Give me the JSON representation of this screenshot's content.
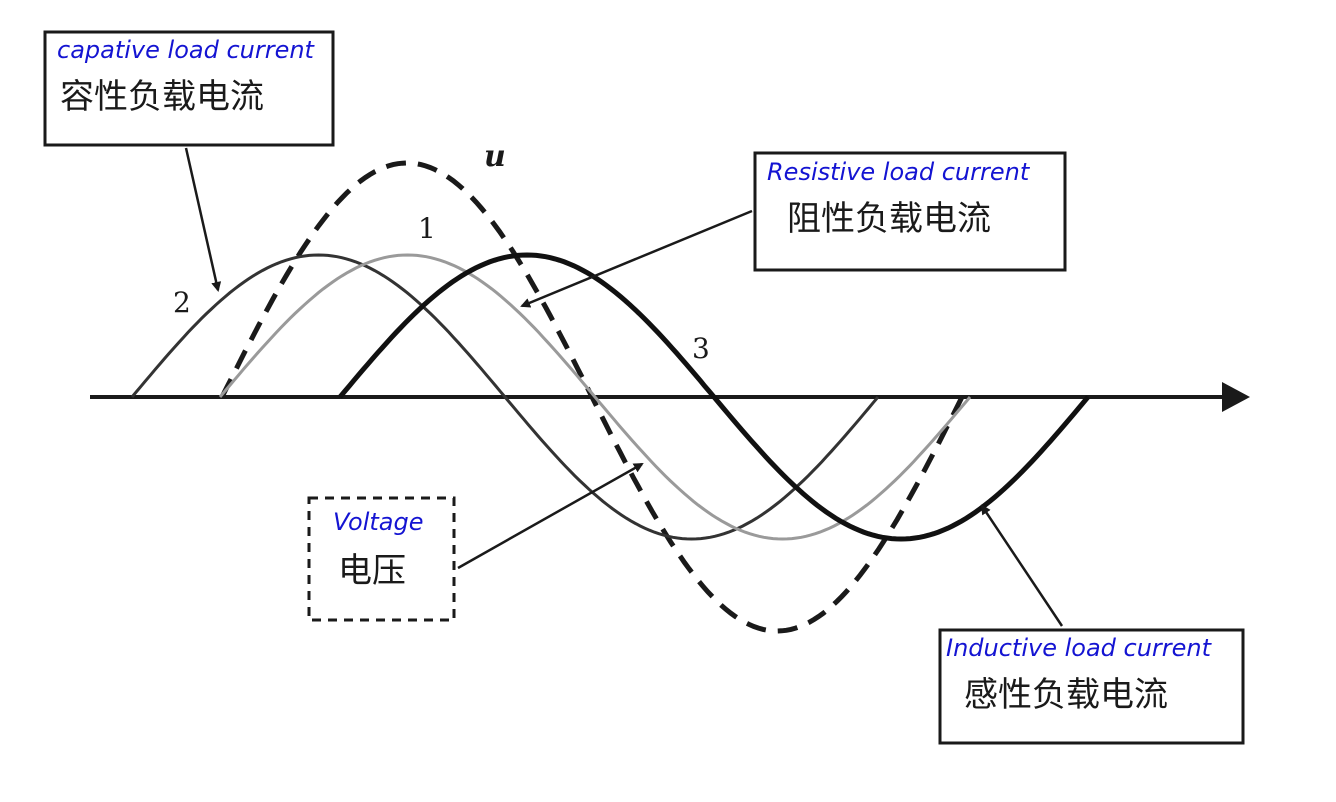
{
  "labels": {
    "capacitive": {
      "en": "capative load current",
      "cn": "容性负载电流",
      "number": "2"
    },
    "resistive": {
      "en": "Resistive load current",
      "cn": "阻性负载电流",
      "number": "1"
    },
    "inductive": {
      "en": "Inductive load current",
      "cn": "感性负载电流",
      "number": "3"
    },
    "voltage": {
      "en": "Voltage",
      "cn": "电压",
      "symbol": "u"
    }
  },
  "colors": {
    "english_text": "#1414d2",
    "line": "#1a1a1a",
    "resistive_curve": "#9a9a9a"
  }
}
